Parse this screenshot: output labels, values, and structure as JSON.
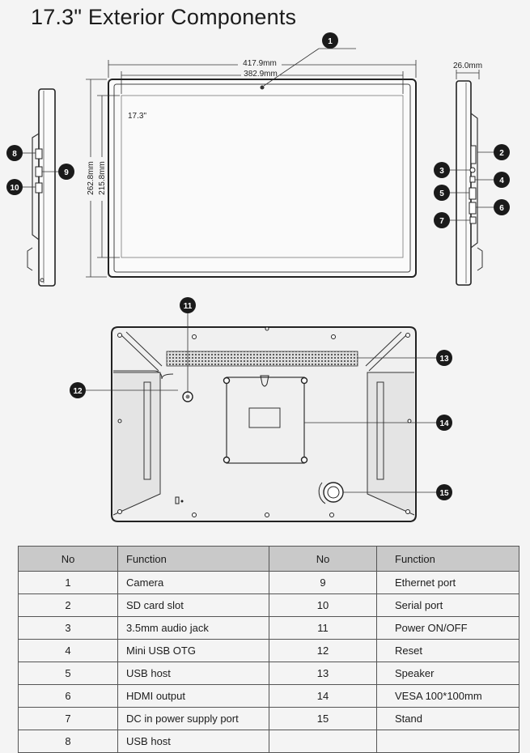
{
  "title": "17.3\" Exterior Components",
  "dimensions": {
    "overall_width": "417.9mm",
    "screen_width": "382.9mm",
    "overall_height": "262.8mm",
    "screen_height": "215.8mm",
    "depth": "26.0mm",
    "screen_label": "17.3\""
  },
  "callouts": [
    "1",
    "2",
    "3",
    "4",
    "5",
    "6",
    "7",
    "8",
    "9",
    "10",
    "11",
    "12",
    "13",
    "14",
    "15"
  ],
  "table": {
    "headers": [
      "No",
      "Function",
      "No",
      "Function"
    ],
    "rows": [
      {
        "no1": "1",
        "fn1": "Camera",
        "no2": "9",
        "fn2": "Ethernet port"
      },
      {
        "no1": "2",
        "fn1": "SD card slot",
        "no2": "10",
        "fn2": "Serial port"
      },
      {
        "no1": "3",
        "fn1": "3.5mm audio jack",
        "no2": "11",
        "fn2": "Power ON/OFF"
      },
      {
        "no1": "4",
        "fn1": "Mini USB OTG",
        "no2": "12",
        "fn2": "Reset"
      },
      {
        "no1": "5",
        "fn1": "USB host",
        "no2": "13",
        "fn2": "Speaker"
      },
      {
        "no1": "6",
        "fn1": "HDMI output",
        "no2": "14",
        "fn2": "VESA 100*100mm"
      },
      {
        "no1": "7",
        "fn1": "DC in power supply port",
        "no2": "15",
        "fn2": "Stand"
      },
      {
        "no1": "8",
        "fn1": "USB host",
        "no2": "",
        "fn2": ""
      }
    ]
  }
}
